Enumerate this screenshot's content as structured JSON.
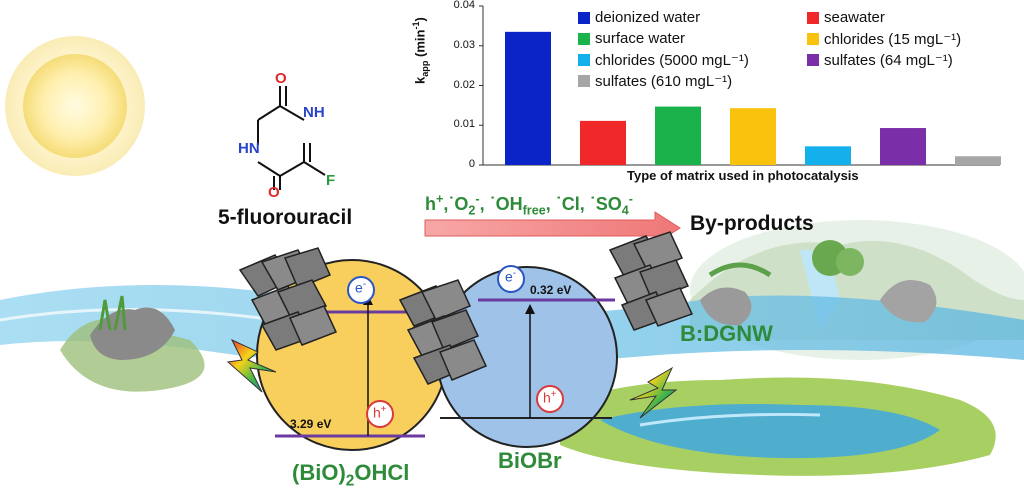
{
  "molecule": {
    "name": "5-fluorouracil",
    "atoms": {
      "o_top": "O",
      "nh_right": "NH",
      "hn_left": "HN",
      "o_bottom": "O",
      "f": "F"
    }
  },
  "reaction": {
    "species_text": "h⁺,˙O₂⁻, ˙OH_free, ˙Cl, ˙SO₄⁻",
    "species_parts": {
      "h": "h",
      "h_sup": "+",
      "o2": "˙O",
      "o2_sub": "2",
      "o2_sup": "-",
      "oh": "˙OH",
      "oh_sub": "free",
      "cl": "˙Cl",
      "so4": "˙SO",
      "so4_sub": "4",
      "so4_sup": "-"
    },
    "product": "By-products"
  },
  "catalysts": {
    "left": {
      "name": "(BiO)2OHCl",
      "name_main": "(BiO)",
      "name_sub": "2",
      "name_tail": "OHCl",
      "band_gap": "3.29 eV",
      "electron": "e-",
      "electron_main": "e",
      "electron_sup": "-",
      "hole": "h+",
      "hole_main": "h",
      "hole_sup": "+",
      "color": "#f8cf5c"
    },
    "right": {
      "name": "BiOBr",
      "band_gap": "0.32 eV",
      "electron": "e-",
      "electron_main": "e",
      "electron_sup": "-",
      "hole": "h+",
      "hole_main": "h",
      "hole_sup": "+",
      "color": "#9ec2e8"
    },
    "composite": "B:DGNW"
  },
  "chart_data": {
    "type": "bar",
    "ylabel": "kapp (min-1)",
    "ylabel_main": "k",
    "ylabel_sub": "app",
    "ylabel_unit": " (min",
    "ylabel_sup": "-1",
    "ylabel_close": ")",
    "xlabel": "Type of matrix used in photocatalysis",
    "ylim": [
      0,
      0.04
    ],
    "yticks": [
      0,
      0.01,
      0.02,
      0.03,
      0.04
    ],
    "ytick_labels": [
      "0",
      "0.01",
      "0.02",
      "0.03",
      "0.04"
    ],
    "categories": [
      "deionized water",
      "seawater",
      "surface water",
      "chlorides (15 mgL⁻¹)",
      "chlorides (5000 mgL⁻¹)",
      "sulfates (64 mgL⁻¹)",
      "sulfates (610 mgL⁻¹)"
    ],
    "values": [
      0.0335,
      0.0111,
      0.0147,
      0.0143,
      0.0047,
      0.0093,
      0.0022
    ],
    "colors": [
      "#0a24c8",
      "#f0282a",
      "#19b24b",
      "#f9c20c",
      "#14b0ec",
      "#7a2fa8",
      "#a6a6a6"
    ],
    "legend_order": [
      0,
      1,
      2,
      3,
      4,
      5,
      6
    ],
    "legend": [
      {
        "label": "deionized water",
        "color": "#0a24c8"
      },
      {
        "label": "seawater",
        "color": "#f0282a"
      },
      {
        "label": "surface water",
        "color": "#19b24b"
      },
      {
        "label": "chlorides (15 mgL⁻¹)",
        "color": "#f9c20c"
      },
      {
        "label": "chlorides (5000 mgL⁻¹)",
        "color": "#14b0ec"
      },
      {
        "label": "sulfates (64 mgL⁻¹)",
        "color": "#7a2fa8"
      },
      {
        "label": "sulfates (610 mgL⁻¹)",
        "color": "#a6a6a6"
      }
    ]
  }
}
